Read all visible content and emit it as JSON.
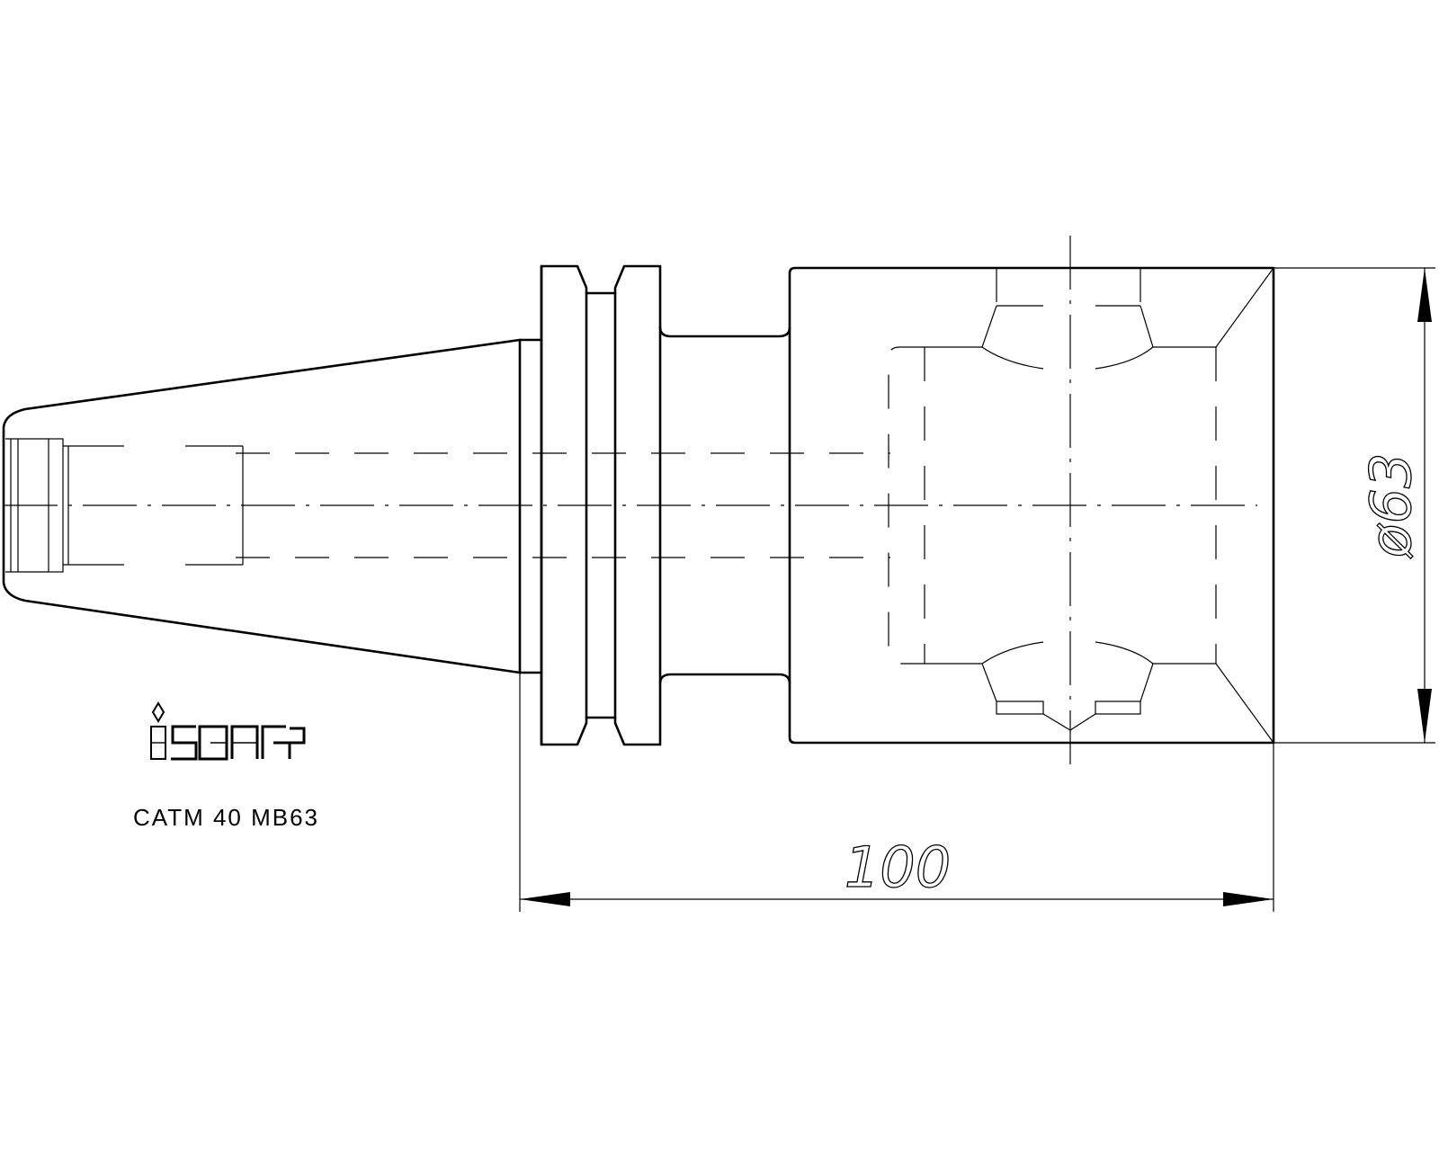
{
  "drawing": {
    "part_designation": "CATM 40 MB63",
    "dimensions": {
      "length": "100",
      "diameter": "ø63"
    },
    "logo": {
      "brand": "iscar",
      "icon": "iscar-logo-icon"
    },
    "colors": {
      "line": "#000000",
      "background": "#ffffff"
    }
  }
}
